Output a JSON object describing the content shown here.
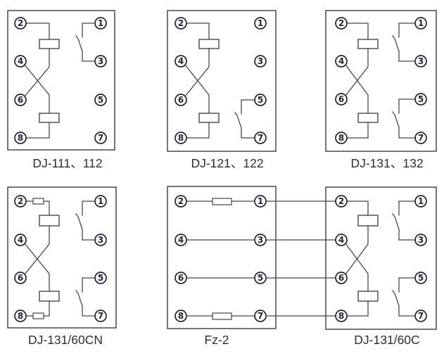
{
  "sheet": {
    "background": "#ffffff",
    "wire_color": "#47474d",
    "terminal_ring_color": "#20243a",
    "label_color": "#2e2e31"
  },
  "diagrams": [
    {
      "id": "dj-111-112",
      "label": "DJ-111、112",
      "terminals": {
        "left": [
          "2",
          "4",
          "6",
          "8"
        ],
        "right": [
          "1",
          "3",
          "5",
          "7"
        ]
      },
      "elements": {
        "coils": 2,
        "coil_chain": "2-coil-X(4,6)-coil-8",
        "contacts": [
          "1-3"
        ],
        "series_resistors": []
      }
    },
    {
      "id": "dj-121-122",
      "label": "DJ-121、122",
      "terminals": {
        "left": [
          "2",
          "4",
          "6",
          "8"
        ],
        "right": [
          "1",
          "3",
          "5",
          "7"
        ]
      },
      "elements": {
        "coils": 2,
        "coil_chain": "2-coil-X(4,6)-coil-8",
        "contacts": [
          "5-7"
        ],
        "series_resistors": []
      }
    },
    {
      "id": "dj-131-132",
      "label": "DJ-131、132",
      "terminals": {
        "left": [
          "2",
          "4",
          "6",
          "8"
        ],
        "right": [
          "1",
          "3",
          "5",
          "7"
        ]
      },
      "elements": {
        "coils": 2,
        "coil_chain": "2-coil-X(4,6)-coil-8",
        "contacts": [
          "1-3",
          "5-7"
        ],
        "series_resistors": []
      }
    },
    {
      "id": "dj-131-60cn",
      "label": "DJ-131/60CN",
      "terminals": {
        "left": [
          "2",
          "4",
          "6",
          "8"
        ],
        "right": [
          "1",
          "3",
          "5",
          "7"
        ]
      },
      "elements": {
        "coils": 2,
        "coil_chain": "2-res-coil-X(4,6)-coil-res-8",
        "contacts": [
          "1-3",
          "5-7"
        ],
        "series_resistors": [
          "at-2",
          "at-8"
        ]
      }
    },
    {
      "id": "fz-2",
      "label": "Fz-2",
      "terminals": {
        "left": [
          "2",
          "4",
          "6",
          "8"
        ],
        "right": [
          "1",
          "3",
          "5",
          "7"
        ]
      },
      "elements": {
        "rows": [
          {
            "from": "2",
            "to": "1",
            "resistor": true
          },
          {
            "from": "4",
            "to": "3",
            "resistor": false
          },
          {
            "from": "6",
            "to": "5",
            "resistor": false
          },
          {
            "from": "8",
            "to": "7",
            "resistor": true
          }
        ]
      }
    },
    {
      "id": "dj-131-60c",
      "label": "DJ-131/60C",
      "terminals": {
        "left": [
          "2",
          "4",
          "6",
          "8"
        ],
        "right": [
          "1",
          "3",
          "5",
          "7"
        ]
      },
      "elements": {
        "coils": 2,
        "coil_chain": "2-coil-X(4,6)-coil-8",
        "contacts": [
          "1-3",
          "5-7"
        ],
        "external_links_from_fz2": [
          "1-2",
          "3-4",
          "5-6",
          "7-8"
        ]
      }
    }
  ]
}
